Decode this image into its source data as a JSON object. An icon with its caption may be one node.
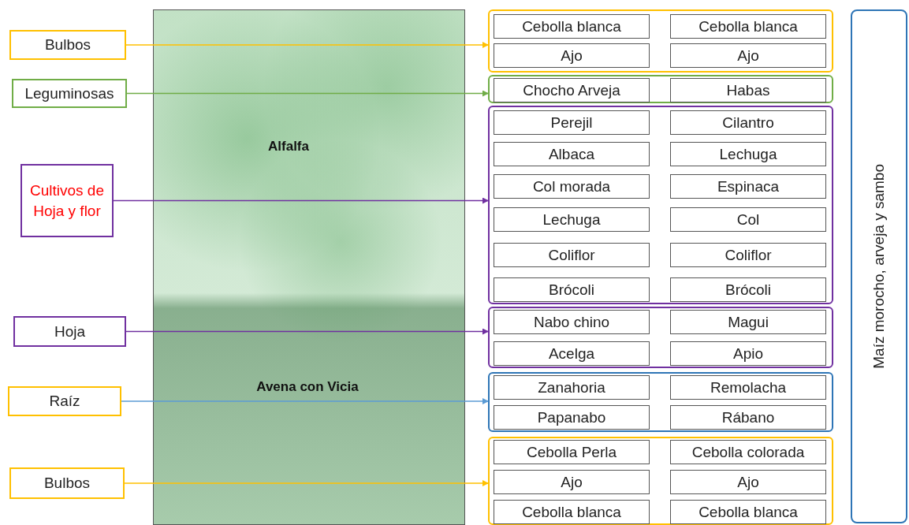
{
  "diagram": {
    "nodes": [
      {
        "text": [
          "Bulbos"
        ]
      },
      {
        "text": [
          "Leguminosas"
        ]
      },
      {
        "text": [
          "Cultivos de Hoja y flor"
        ]
      },
      {
        "text": [
          "Hoja"
        ]
      },
      {
        "text": [
          "Raíz"
        ]
      },
      {
        "text": [
          "Bulbos"
        ]
      },
      {
        "text": [],
        "shape": "box"
      },
      {
        "text": [
          "Cebolla blanca"
        ],
        "in": 6
      },
      {
        "text": [
          "Cebolla blanca"
        ],
        "in": 6
      },
      {
        "text": [
          "Ajo"
        ],
        "in": 6
      },
      {
        "text": [
          "Ajo"
        ],
        "in": 6
      },
      {
        "text": [],
        "shape": "box"
      },
      {
        "text": [
          "Chocho Arveja"
        ],
        "in": 11
      },
      {
        "text": [
          "Habas"
        ],
        "in": 11
      },
      {
        "text": [],
        "shape": "box"
      },
      {
        "text": [
          "Perejil"
        ],
        "in": 14
      },
      {
        "text": [
          "Cilantro"
        ],
        "in": 14
      },
      {
        "text": [
          "Albaca"
        ],
        "in": 14
      },
      {
        "text": [
          "Lechuga"
        ],
        "in": 14
      },
      {
        "text": [
          "Col morada"
        ],
        "in": 14
      },
      {
        "text": [
          "Espinaca"
        ],
        "in": 14
      },
      {
        "text": [
          "Lechuga"
        ],
        "in": 14
      },
      {
        "text": [
          "Col"
        ],
        "in": 14
      },
      {
        "text": [
          "Coliflor"
        ],
        "in": 14
      },
      {
        "text": [
          "Coliflor"
        ],
        "in": 14
      },
      {
        "text": [
          "Brócoli"
        ],
        "in": 14
      },
      {
        "text": [
          "Brócoli"
        ],
        "in": 14
      },
      {
        "text": [],
        "shape": "box"
      },
      {
        "text": [
          "Nabo chino"
        ],
        "in": 27
      },
      {
        "text": [
          "Magui"
        ],
        "in": 27
      },
      {
        "text": [
          "Acelga"
        ],
        "in": 27
      },
      {
        "text": [
          "Apio"
        ],
        "in": 27
      },
      {
        "text": [],
        "shape": "box"
      },
      {
        "text": [
          "Zanahoria"
        ],
        "in": 32
      },
      {
        "text": [
          "Remolacha"
        ],
        "in": 32
      },
      {
        "text": [
          "Papanabo"
        ],
        "in": 32
      },
      {
        "text": [
          "Rábano"
        ],
        "in": 32
      },
      {
        "text": [],
        "shape": "box"
      },
      {
        "text": [
          "Cebolla Perla"
        ],
        "in": 37
      },
      {
        "text": [
          "Cebolla colorada"
        ],
        "in": 37
      },
      {
        "text": [
          "Ajo"
        ],
        "in": 37
      },
      {
        "text": [
          "Ajo"
        ],
        "in": 37
      },
      {
        "text": [
          "Cebolla blanca"
        ],
        "in": 37
      },
      {
        "text": [
          "Cebolla blanca"
        ],
        "in": 37
      },
      {
        "text": [
          "Maíz morocho, arveja y sambo"
        ]
      }
    ],
    "edges": [
      {
        "from": 0,
        "to": 6,
        "arrow": "to",
        "color": "#ffc000"
      },
      {
        "from": 1,
        "to": 11,
        "arrow": "to",
        "color": "#70ad47"
      },
      {
        "from": 2,
        "to": 14,
        "arrow": "to",
        "color": "#7030a0"
      },
      {
        "from": 3,
        "to": 27,
        "arrow": "to",
        "color": "#7030a0"
      },
      {
        "from": 4,
        "to": 32,
        "arrow": "to",
        "color": "#5b9bd5"
      },
      {
        "from": 5,
        "to": 37,
        "arrow": "to",
        "color": "#ffc000"
      }
    ],
    "labels": [
      "Alfalfa",
      "Avena con Vicia"
    ]
  }
}
